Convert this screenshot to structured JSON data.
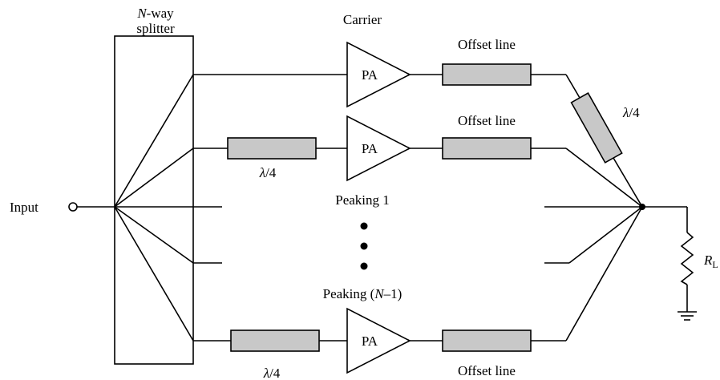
{
  "splitter": {
    "label_var": "N",
    "label_rest": "-way",
    "label_line2": "splitter"
  },
  "input_label": "Input",
  "carrier_label": "Carrier",
  "peaking1_label": "Peaking 1",
  "peakingN": {
    "pre": "Peaking (",
    "var": "N",
    "post": "–1)"
  },
  "amplifier_label": "PA",
  "offset_line_label": "Offset line",
  "quarter_wave": {
    "sym": "λ",
    "rest": "/4"
  },
  "load": {
    "sym": "R",
    "sub": "L"
  },
  "colors": {
    "line_fill": "#c8c8c8",
    "stroke": "#000000",
    "background": "#ffffff"
  }
}
